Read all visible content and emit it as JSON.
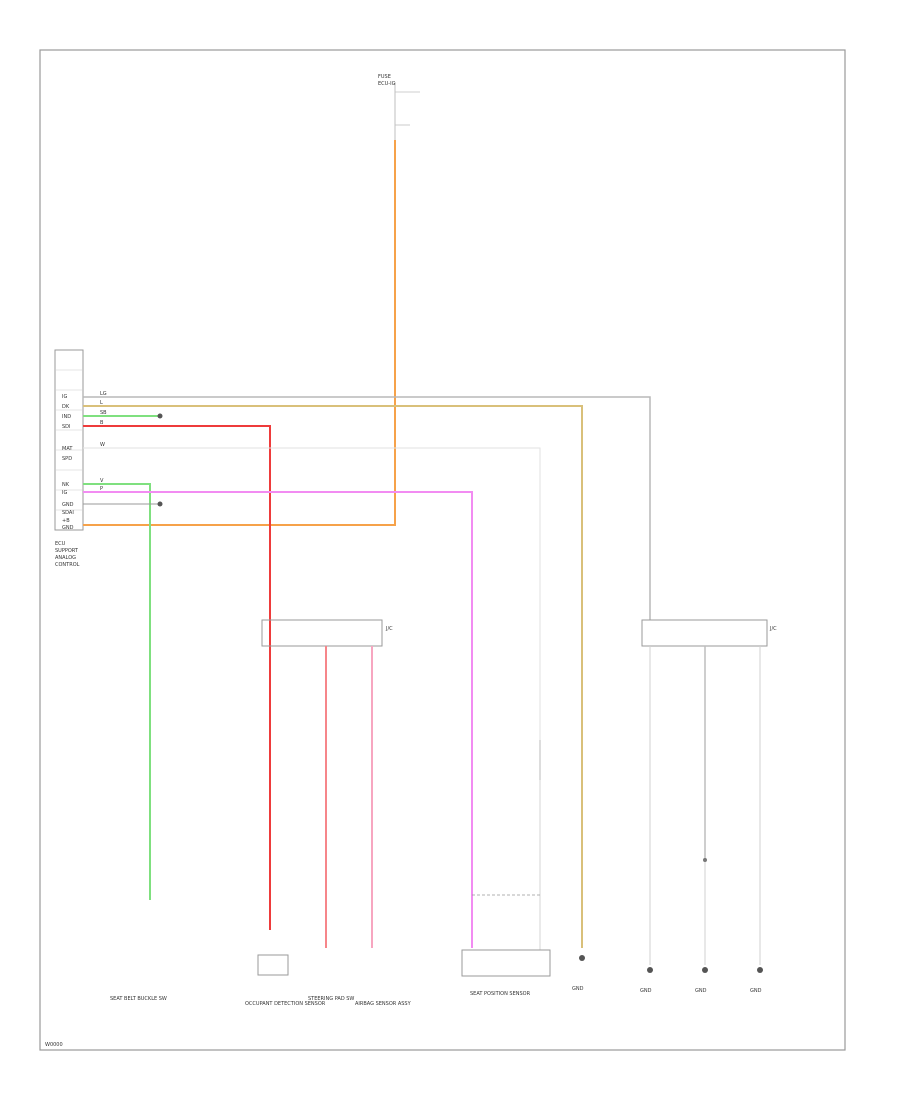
{
  "labels": {
    "fuse_top": "FUSE",
    "fuse_top_sub": "ECU-IG",
    "ecu_label_1": "ECU",
    "ecu_label_2": "SUPPORT",
    "ecu_label_3": "ANALOG",
    "ecu_label_4": "CONTROL",
    "jc_mid_left": "J/C",
    "jc_mid_right": "J/C",
    "pin_labels": [
      "IG",
      "DK",
      "IND",
      "SDI",
      "MAT",
      "SPD",
      "NK",
      "IG",
      "GND",
      "SDAI",
      "+B",
      "GND"
    ],
    "wire_codes_left": [
      "LG",
      "L",
      "SB",
      "B",
      "W",
      "V",
      "P"
    ],
    "bottom_components": [
      "SEAT BELT BUCKLE SW",
      "OCCUPANT DETECTION SENSOR",
      "STEERING PAD SW",
      "AIRBAG SENSOR ASSY",
      "SEAT POSITION SENSOR",
      "GND",
      "GND",
      "GND",
      "GND"
    ],
    "footer_code": "W0000"
  },
  "colors": {
    "wire_orange": "#f6a24a",
    "wire_red": "#ee3b3b",
    "wire_green": "#7fe07f",
    "wire_pink": "#f28cf2",
    "wire_light_pink": "#f7a6c0",
    "wire_tan": "#d9c07a",
    "wire_gray": "#b8b8b8",
    "wire_black": "#555555",
    "frame": "#9a9a9a"
  }
}
